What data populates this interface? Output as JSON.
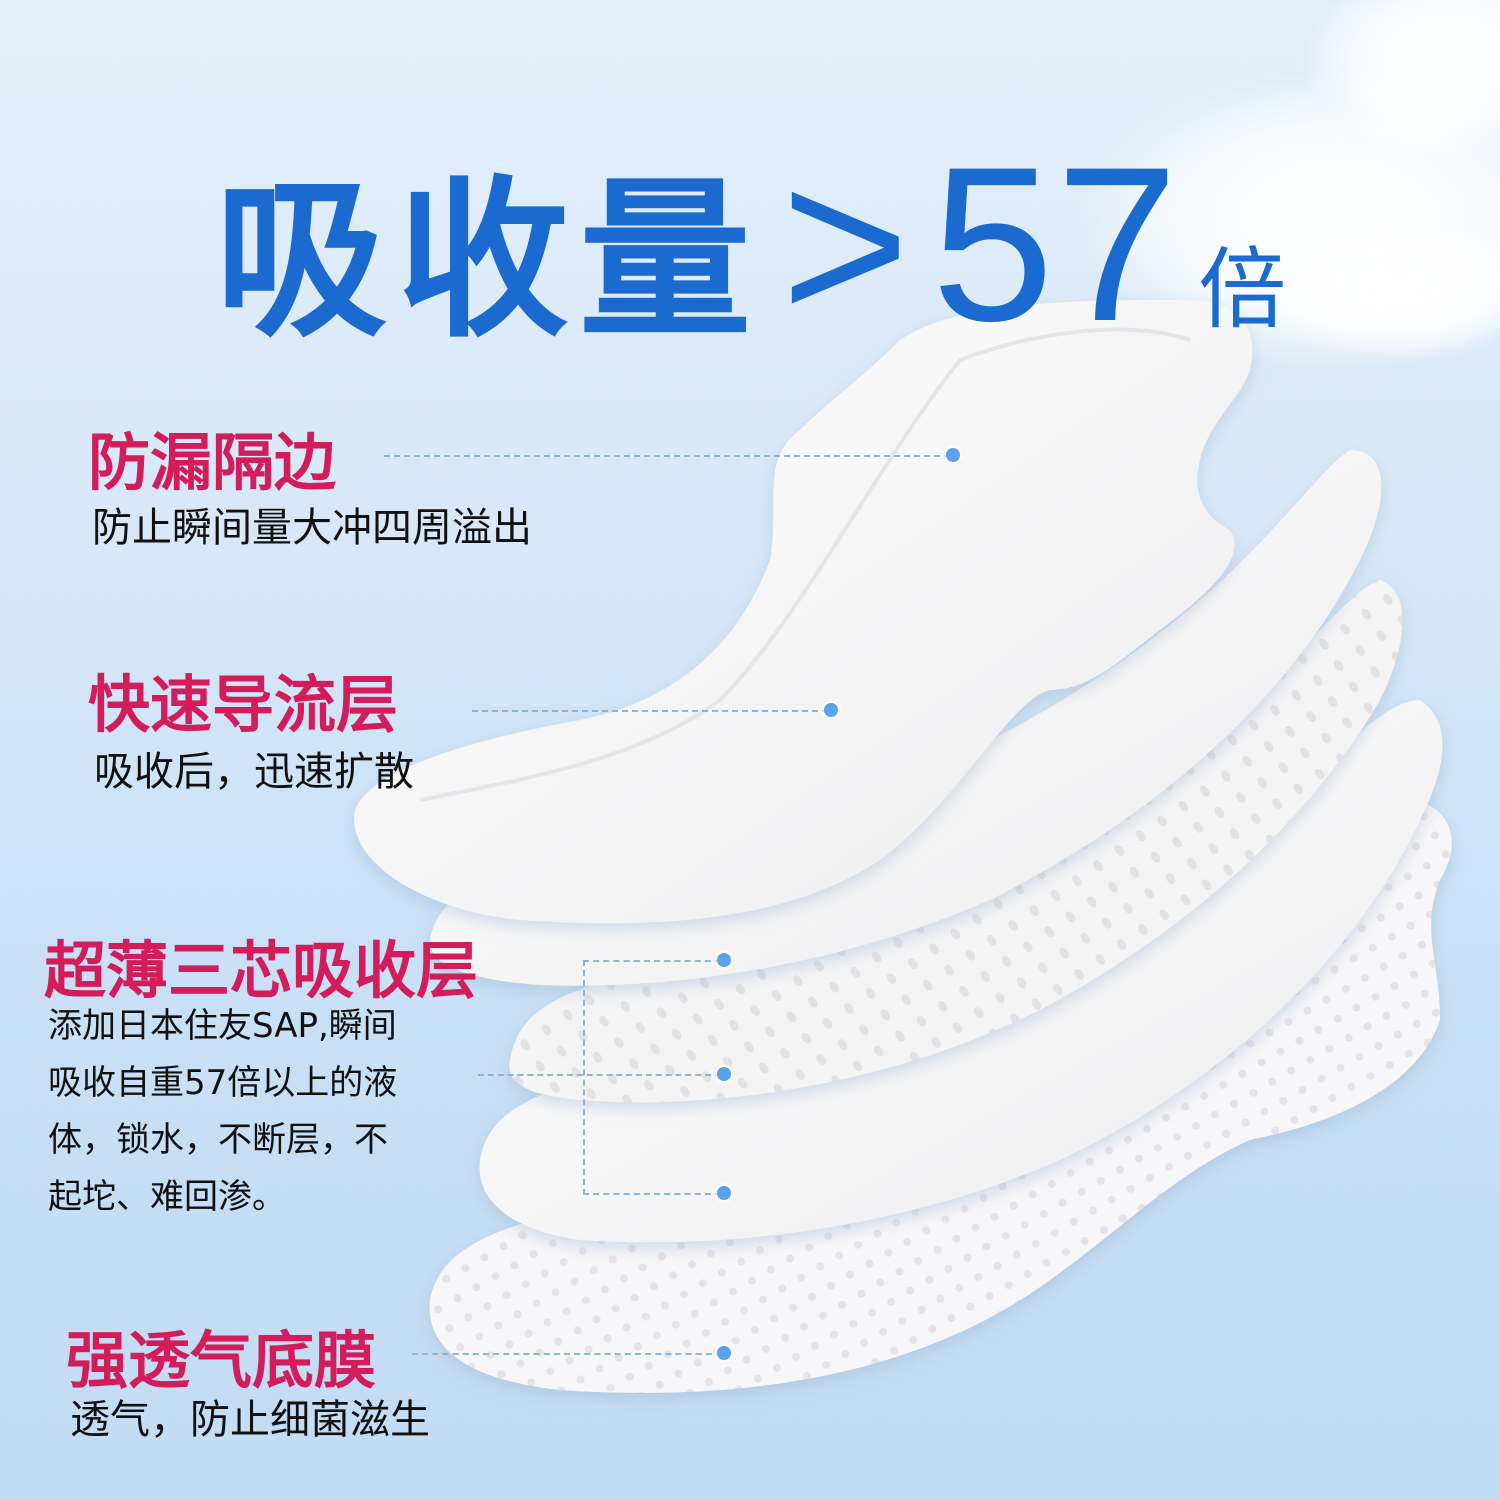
{
  "headline": {
    "main": "吸收量",
    "comparator": ">",
    "value": "57",
    "unit": "倍",
    "color": "#1a6ad0"
  },
  "features": [
    {
      "title": "防漏隔边",
      "description_lines": [
        "防止瞬间量大冲四周溢出"
      ]
    },
    {
      "title": "快速导流层",
      "description_lines": [
        "吸收后，迅速扩散"
      ]
    },
    {
      "title": "超薄三芯吸收层",
      "description_lines": [
        "添加日本住友SAP,瞬间",
        "吸收自重57倍以上的液",
        "体，锁水，不断层，不",
        "起坨、难回渗。"
      ]
    },
    {
      "title": "强透气底膜",
      "description_lines": [
        "透气，防止细菌滋生"
      ]
    }
  ],
  "colors": {
    "feature_title": "#d21d5a",
    "description": "#111111",
    "leader_line": "#8fb4d2",
    "marker_dot": "#5aa2ea",
    "background": "#d3e6f8"
  },
  "layers": [
    {
      "name": "leak-guard-top-sheet",
      "callout": "防漏隔边"
    },
    {
      "name": "fast-diversion-layer",
      "callout": "快速导流层"
    },
    {
      "name": "absorbent-core-1",
      "callout": "超薄三芯吸收层"
    },
    {
      "name": "absorbent-core-2",
      "callout": "超薄三芯吸收层"
    },
    {
      "name": "absorbent-core-3",
      "callout": "超薄三芯吸收层"
    },
    {
      "name": "breathable-backsheet",
      "callout": "强透气底膜"
    }
  ]
}
